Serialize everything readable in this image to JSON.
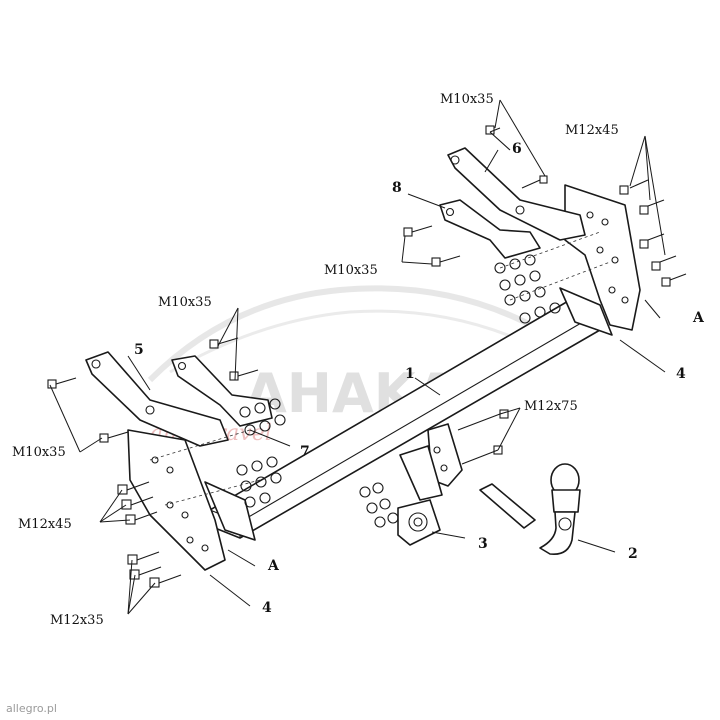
{
  "labels": {
    "m10x35_top": "M10x35",
    "m12x45_top": "M12x45",
    "n6": "6",
    "n8": "8",
    "m10x35_mid": "M10x35",
    "nA_right": "A",
    "n4_right": "4",
    "m10x35_left": "M10x35",
    "n5": "5",
    "n1": "1",
    "m12x75": "M12x75",
    "m10x35_far_left": "M10x35",
    "n7": "7",
    "m12x45_left": "M12x45",
    "nA_left": "A",
    "n3": "3",
    "n2": "2",
    "n4_left": "4",
    "m12x35": "M12x35"
  },
  "watermark": {
    "brand": "AHAKA",
    "sub": "auto-travel"
  },
  "credit": "allegro.pl"
}
